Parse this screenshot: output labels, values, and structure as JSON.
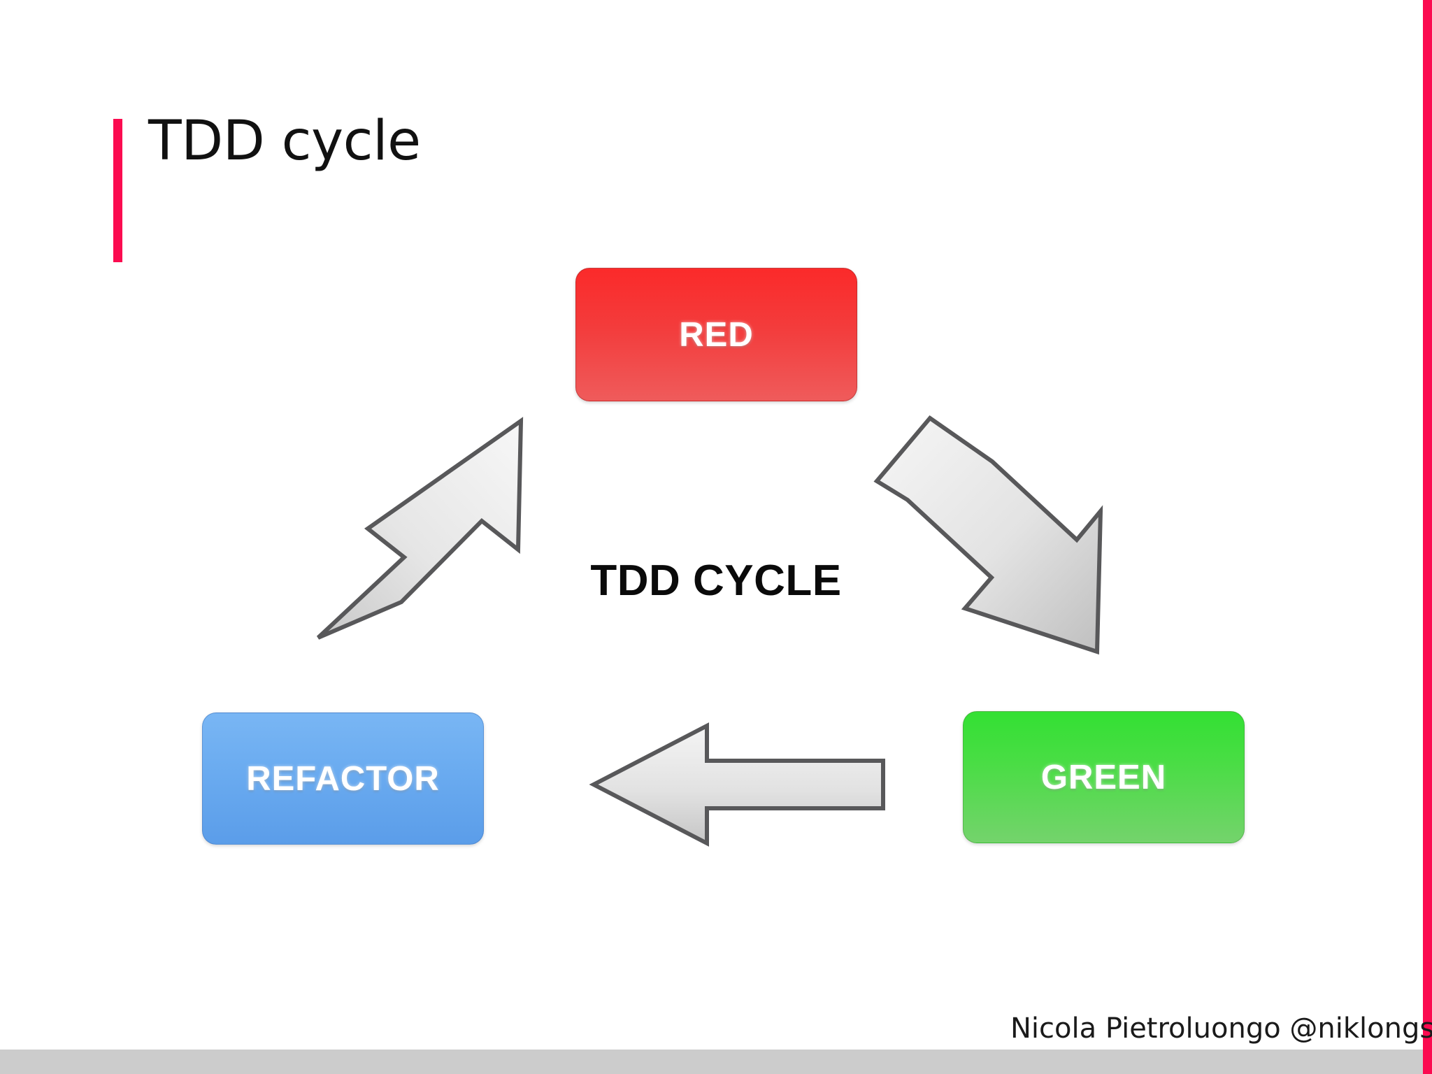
{
  "slide": {
    "title": "TDD cycle",
    "credit": "Nicola Pietroluongo @niklongstone",
    "accent_color": "#fb0b50",
    "footer_bar_color": "#cccccc",
    "background_color": "#ffffff"
  },
  "diagram": {
    "center_label": "TDD CYCLE",
    "nodes": [
      {
        "id": "red",
        "label": "RED",
        "color_top": "#fb2a2a",
        "color_bottom": "#ef5b5b",
        "position": "top-center"
      },
      {
        "id": "green",
        "label": "GREEN",
        "color_top": "#33e033",
        "color_bottom": "#74d36c",
        "position": "bottom-right"
      },
      {
        "id": "refactor",
        "label": "REFACTOR",
        "color_top": "#79b6f4",
        "color_bottom": "#5b9de9",
        "position": "bottom-left"
      }
    ],
    "arrows": [
      {
        "id": "red-to-green",
        "from": "red",
        "to": "green",
        "direction": "down-right"
      },
      {
        "id": "green-to-refactor",
        "from": "green",
        "to": "refactor",
        "direction": "left"
      },
      {
        "id": "refactor-to-red",
        "from": "refactor",
        "to": "red",
        "direction": "up-right"
      }
    ],
    "arrow_fill_light": "#f2f2f2",
    "arrow_fill_dark": "#bdbdbd",
    "arrow_stroke": "#58585a"
  }
}
